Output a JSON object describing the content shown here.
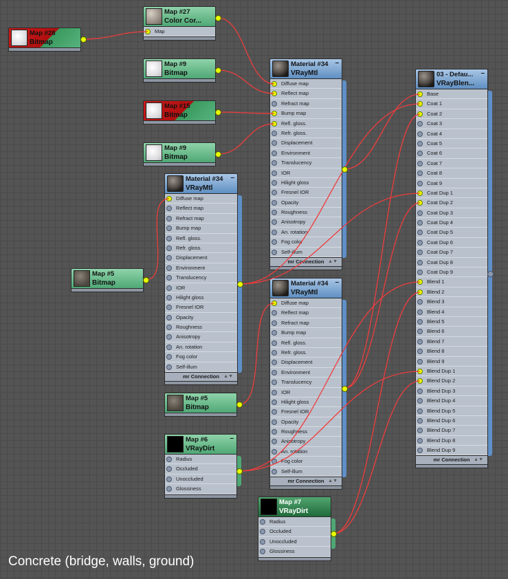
{
  "caption": "Concrete (bridge, walls, ground)",
  "colors": {
    "wire": "#f03c3c",
    "socket_active": "#e8ff00",
    "socket_idle": "#8b99b0",
    "map_header": "#58b37e",
    "material_header": "#6f9acb",
    "panel": "#b9c1cc"
  },
  "nodes": {
    "map28": {
      "title": "Map #28",
      "type": "Bitmap",
      "thumbnail_icon": "bitmap-thumbnail-icon",
      "header_color": "red"
    },
    "map27": {
      "title": "Map #27",
      "type": "Color Cor...",
      "thumbnail_icon": "bitmap-thumbnail-icon",
      "slot": "Map"
    },
    "map9a": {
      "title": "Map #9",
      "type": "Bitmap",
      "thumbnail_icon": "bitmap-thumbnail-icon"
    },
    "map15": {
      "title": "Map #15",
      "type": "Bitmap",
      "thumbnail_icon": "bitmap-thumbnail-icon",
      "header_color": "red"
    },
    "map9b": {
      "title": "Map #9",
      "type": "Bitmap",
      "thumbnail_icon": "bitmap-thumbnail-icon"
    },
    "map5a": {
      "title": "Map #5",
      "type": "Bitmap",
      "thumbnail_icon": "bitmap-thumbnail-icon"
    },
    "map5b": {
      "title": "Map #5",
      "type": "Bitmap",
      "thumbnail_icon": "bitmap-thumbnail-icon"
    },
    "map6": {
      "title": "Map #6",
      "type": "VRayDirt",
      "thumbnail_icon": "dirt-thumbnail-icon",
      "slots": [
        "Radius",
        "Occluded",
        "Unoccluded",
        "Glossiness"
      ]
    },
    "map7": {
      "title": "Map #7",
      "type": "VRayDirt",
      "thumbnail_icon": "dirt-thumbnail-icon",
      "slots": [
        "Radius",
        "Occluded",
        "Unoccluded",
        "Glossiness"
      ]
    },
    "mat34a": {
      "title": "Material #34",
      "type": "VRayMtl",
      "footer": "mr Connection"
    },
    "mat34b": {
      "title": "Material #34",
      "type": "VRayMtl",
      "footer": "mr Connection"
    },
    "mat34c": {
      "title": "Material #34",
      "type": "VRayMtl",
      "footer": "mr Connection"
    },
    "blend": {
      "title": "03 - Defau...",
      "type": "VRayBlen...",
      "footer": "mr Connection"
    }
  },
  "vraymtl_slots": [
    "Diffuse map",
    "Reflect map",
    "Refract map",
    "Bump map",
    "Refl. gloss.",
    "Refr. gloss.",
    "Displacement",
    "Environment",
    "Translucency",
    "IOR",
    "Hilight gloss",
    "Fresnel IOR",
    "Opacity",
    "Roughness",
    "Anisotropy",
    "An. rotation",
    "Fog color",
    "Self-illum"
  ],
  "blend_slots": [
    "Base",
    "Coat 1",
    "Coat 2",
    "Coat 3",
    "Coat 4",
    "Coat 5",
    "Coat 6",
    "Coat 7",
    "Coat 8",
    "Coat 9",
    "Coat Dup 1",
    "Coat Dup 2",
    "Coat Dup 3",
    "Coat Dup 4",
    "Coat Dup 5",
    "Coat Dup 6",
    "Coat Dup 7",
    "Coat Dup 8",
    "Coat Dup 9",
    "Blend 1",
    "Blend 2",
    "Blend 3",
    "Blend 4",
    "Blend 5",
    "Blend 6",
    "Blend 7",
    "Blend 8",
    "Blend 9",
    "Blend Dup 1",
    "Blend Dup 2",
    "Blend Dup 3",
    "Blend Dup 4",
    "Blend Dup 5",
    "Blend Dup 6",
    "Blend Dup 7",
    "Blend Dup 8",
    "Blend Dup 9"
  ],
  "connections": [
    {
      "from": "map28",
      "to": "map27.Map"
    },
    {
      "from": "map27",
      "to": "mat34a.Diffuse map"
    },
    {
      "from": "map9a",
      "to": "mat34a.Reflect map"
    },
    {
      "from": "map15",
      "to": "mat34a.Bump map"
    },
    {
      "from": "map9b",
      "to": "mat34a.Refl. gloss."
    },
    {
      "from": "map5a",
      "to": "mat34b.Diffuse map"
    },
    {
      "from": "map5b",
      "to": "mat34c.Diffuse map"
    },
    {
      "from": "mat34a",
      "to": "blend.Base"
    },
    {
      "from": "mat34b",
      "to": "blend.Coat 1"
    },
    {
      "from": "mat34c",
      "to": "blend.Coat 2"
    },
    {
      "from": "mat34b",
      "to": "blend.Coat Dup 1"
    },
    {
      "from": "mat34c",
      "to": "blend.Coat Dup 2"
    },
    {
      "from": "map6",
      "to": "blend.Blend 1"
    },
    {
      "from": "map7",
      "to": "blend.Blend 2"
    },
    {
      "from": "map6",
      "to": "blend.Blend Dup 1"
    },
    {
      "from": "map7",
      "to": "blend.Blend Dup 2"
    }
  ]
}
